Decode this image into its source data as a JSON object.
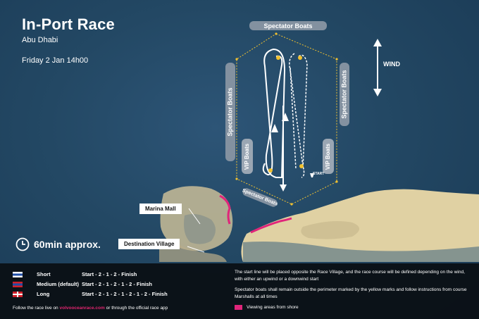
{
  "header": {
    "title": "In-Port Race",
    "location": "Abu Dhabi",
    "datetime": "Friday  2 Jan 14h00"
  },
  "map": {
    "spectator_top": "Spectator Boats",
    "spectator_left": "Spectator Boats",
    "spectator_right": "Spectator Boats",
    "spectator_bottom": "Spectator Boats",
    "vip_left": "VIP Boats",
    "vip_right": "VIP Boats",
    "wind_label": "WIND",
    "start_label": "START",
    "marina_mall": "Marina Mall",
    "destination_village": "Destination Village",
    "duration": "60min approx.",
    "colors": {
      "perimeter": "#f2c230",
      "viewing_area": "#e0257a",
      "course": "#ffffff",
      "sea": "#234864",
      "land": "#d9c99b"
    }
  },
  "legend": {
    "courses": [
      {
        "name": "Short",
        "sequence": "Start - 2 - 1 - 2 - Finish",
        "flag": "blue-white"
      },
      {
        "name": "Medium (default)",
        "sequence": "Start - 2 - 1 - 2 - 1 - 2 - Finish",
        "flag": "red-blue"
      },
      {
        "name": "Long",
        "sequence": "Start - 2 - 1 - 2 - 1 - 2 - 1 - 2 - Finish",
        "flag": "red-white"
      }
    ],
    "follow_prefix": "Follow the race live on ",
    "follow_link": "volvooceanrace.com",
    "follow_suffix": " or through the official race app",
    "info_1": "The start line will be placed opposite the Race Village, and the race course will be defined depending on the wind, with either an upwind or a downwind start",
    "info_2": "Spectator boats shall remain outside the perimeter marked by the yellow marks and follow instructions from course Marshalls at all times",
    "viewing_areas": "Viewing areas from shore"
  }
}
